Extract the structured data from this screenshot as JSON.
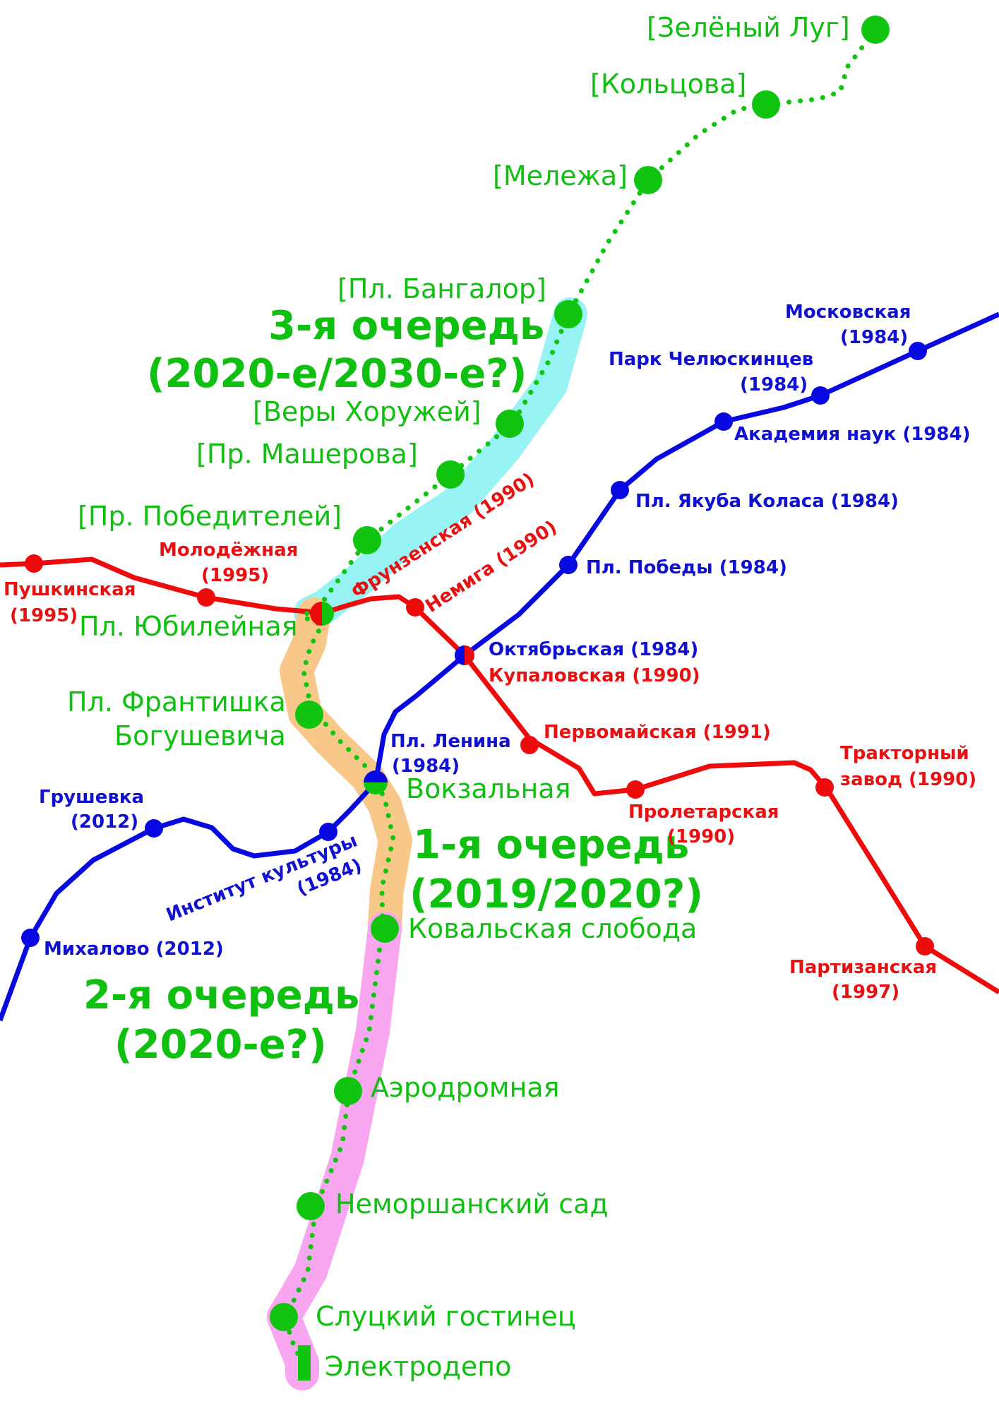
{
  "colors": {
    "line_red": "#ee0b0b",
    "line_blue": "#0808e0",
    "line_green": "#10c410",
    "phase1_zone": "#f8c88a",
    "phase2_zone": "#f8a6f0",
    "phase3_zone": "#98f4f4",
    "text_red": "#e81010",
    "text_blue": "#1010d0",
    "text_green": "#10c010"
  },
  "phases": {
    "phase1": {
      "line1": "1-я очередь",
      "line2": "(2019/2020?)"
    },
    "phase2": {
      "line1": "2-я очередь",
      "line2": "(2020-е?)"
    },
    "phase3": {
      "line1": "3-я очередь",
      "line2": "(2020-е/2030-е?)"
    }
  },
  "stations": {
    "red": {
      "pushkinskaya": {
        "line1": "Пушкинская",
        "line2": "(1995)"
      },
      "molodyozhnaya": {
        "line1": "Молодёжная",
        "line2": "(1995)"
      },
      "frunzenskaya": "Фрунзенская (1990)",
      "nemiga": "Немига (1990)",
      "kupalovskaya": "Купаловская (1990)",
      "pervomayskaya": "Первомайская (1991)",
      "proletarskaya": {
        "line1": "Пролетарская",
        "line2": "(1990)"
      },
      "traktorny": {
        "line1": "Тракторный",
        "line2": "завод (1990)"
      },
      "partizanskaya": {
        "line1": "Партизанская",
        "line2": "(1997)"
      }
    },
    "blue": {
      "moskovskaya": {
        "line1": "Московская",
        "line2": "(1984)"
      },
      "park": {
        "line1": "Парк Челюскинцев",
        "line2": "(1984)"
      },
      "akademiya": "Академия наук (1984)",
      "yakub": "Пл. Якуба Коласа (1984)",
      "pobedy": "Пл. Победы (1984)",
      "oktyabrskaya": "Октябрьская (1984)",
      "lenina": {
        "line1": "Пл. Ленина",
        "line2": "(1984)"
      },
      "institut": {
        "line1": "Институт культуры",
        "line2": "(1984)"
      },
      "grushevka": {
        "line1": "Грушевка",
        "line2": "(2012)"
      },
      "mikhalovo": "Михалово (2012)"
    },
    "green": {
      "zelyony": "[Зелёный Луг]",
      "koltsova": "[Кольцова]",
      "melezha": "[Мележа]",
      "bangalor": "[Пл. Бангалор]",
      "khoruzhey": "[Веры Хоружей]",
      "masherova": "[Пр. Машерова]",
      "pobediteley": "[Пр. Победителей]",
      "yubileynaya": "Пл. Юбилейная",
      "frantishka": {
        "line1": "Пл. Франтишка",
        "line2": "Богушевича"
      },
      "vokzalnaya": "Вокзальная",
      "kovalskaya": "Ковальская слобода",
      "aerodromnaya": "Аэродромная",
      "nemorshansky": "Неморшанский сад",
      "slutsky": "Слуцкий гостинец",
      "elektrodepo": "Электродепо"
    }
  }
}
